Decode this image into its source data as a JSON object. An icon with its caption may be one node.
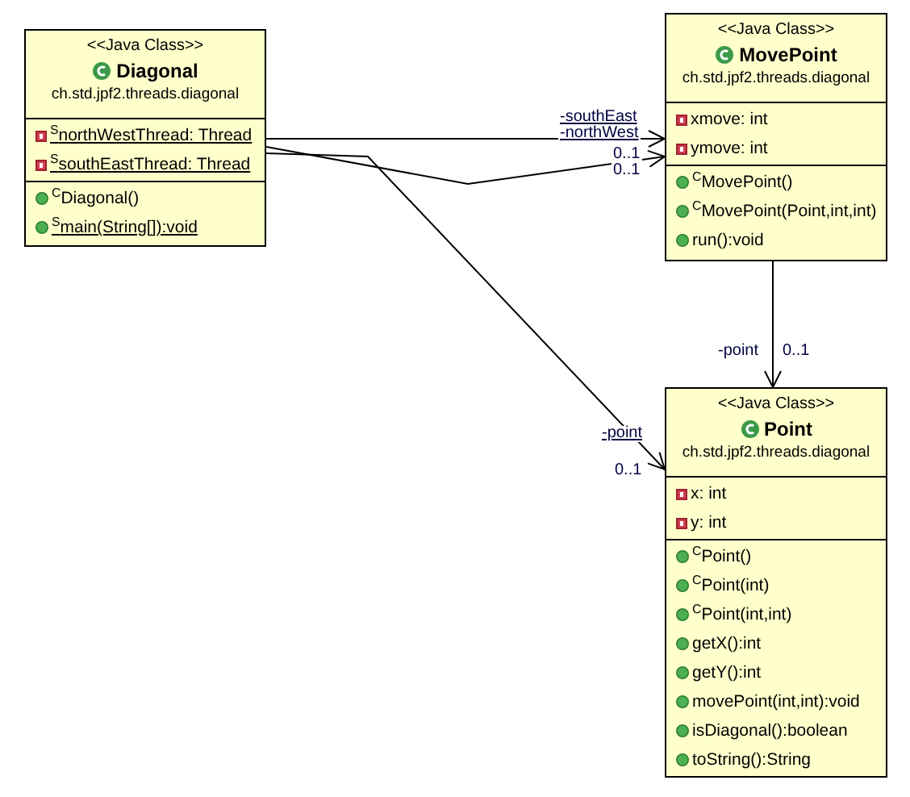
{
  "diagram": {
    "nodes": [
      {
        "text": [
          "<<Java Class>>",
          "Diagonal",
          "ch.std.jpf2.threads.diagonal",
          "$^{S}$northWestThread: Thread",
          "$^{S}$southEastThread: Thread",
          "$^{C}$Diagonal()",
          "$^{S}$main(String[]):void"
        ]
      },
      {
        "text": [
          "<<Java Class>>",
          "MovePoint",
          "ch.std.jpf2.threads.diagonal",
          "xmove: int",
          "ymove: int",
          "$^{C}$MovePoint()",
          "$^{C}$MovePoint(Point,int,int)",
          "run():void"
        ]
      },
      {
        "text": [
          "<<Java Class>>",
          "Point",
          "ch.std.jpf2.threads.diagonal",
          "x: int",
          "y: int",
          "$^{C}$Point()",
          "$^{C}$Point(int)",
          "$^{C}$Point(int,int)",
          "getX():int",
          "getY():int",
          "movePoint(int,int):void",
          "isDiagonal():boolean",
          "toString():String"
        ]
      }
    ],
    "edges": [
      {
        "from": 0,
        "to": 1,
        "arrow": "to",
        "label": "-southEast"
      },
      {
        "from": 0,
        "to": 1,
        "arrow": "to",
        "label": "-northWest"
      },
      {
        "from": 1,
        "to": 2,
        "arrow": "to",
        "label": "-point"
      },
      {
        "from": 0,
        "to": 2,
        "arrow": "to",
        "label": "-point"
      }
    ],
    "labels": [
      "0..1",
      "0..1",
      "0..1",
      "0..1"
    ]
  }
}
